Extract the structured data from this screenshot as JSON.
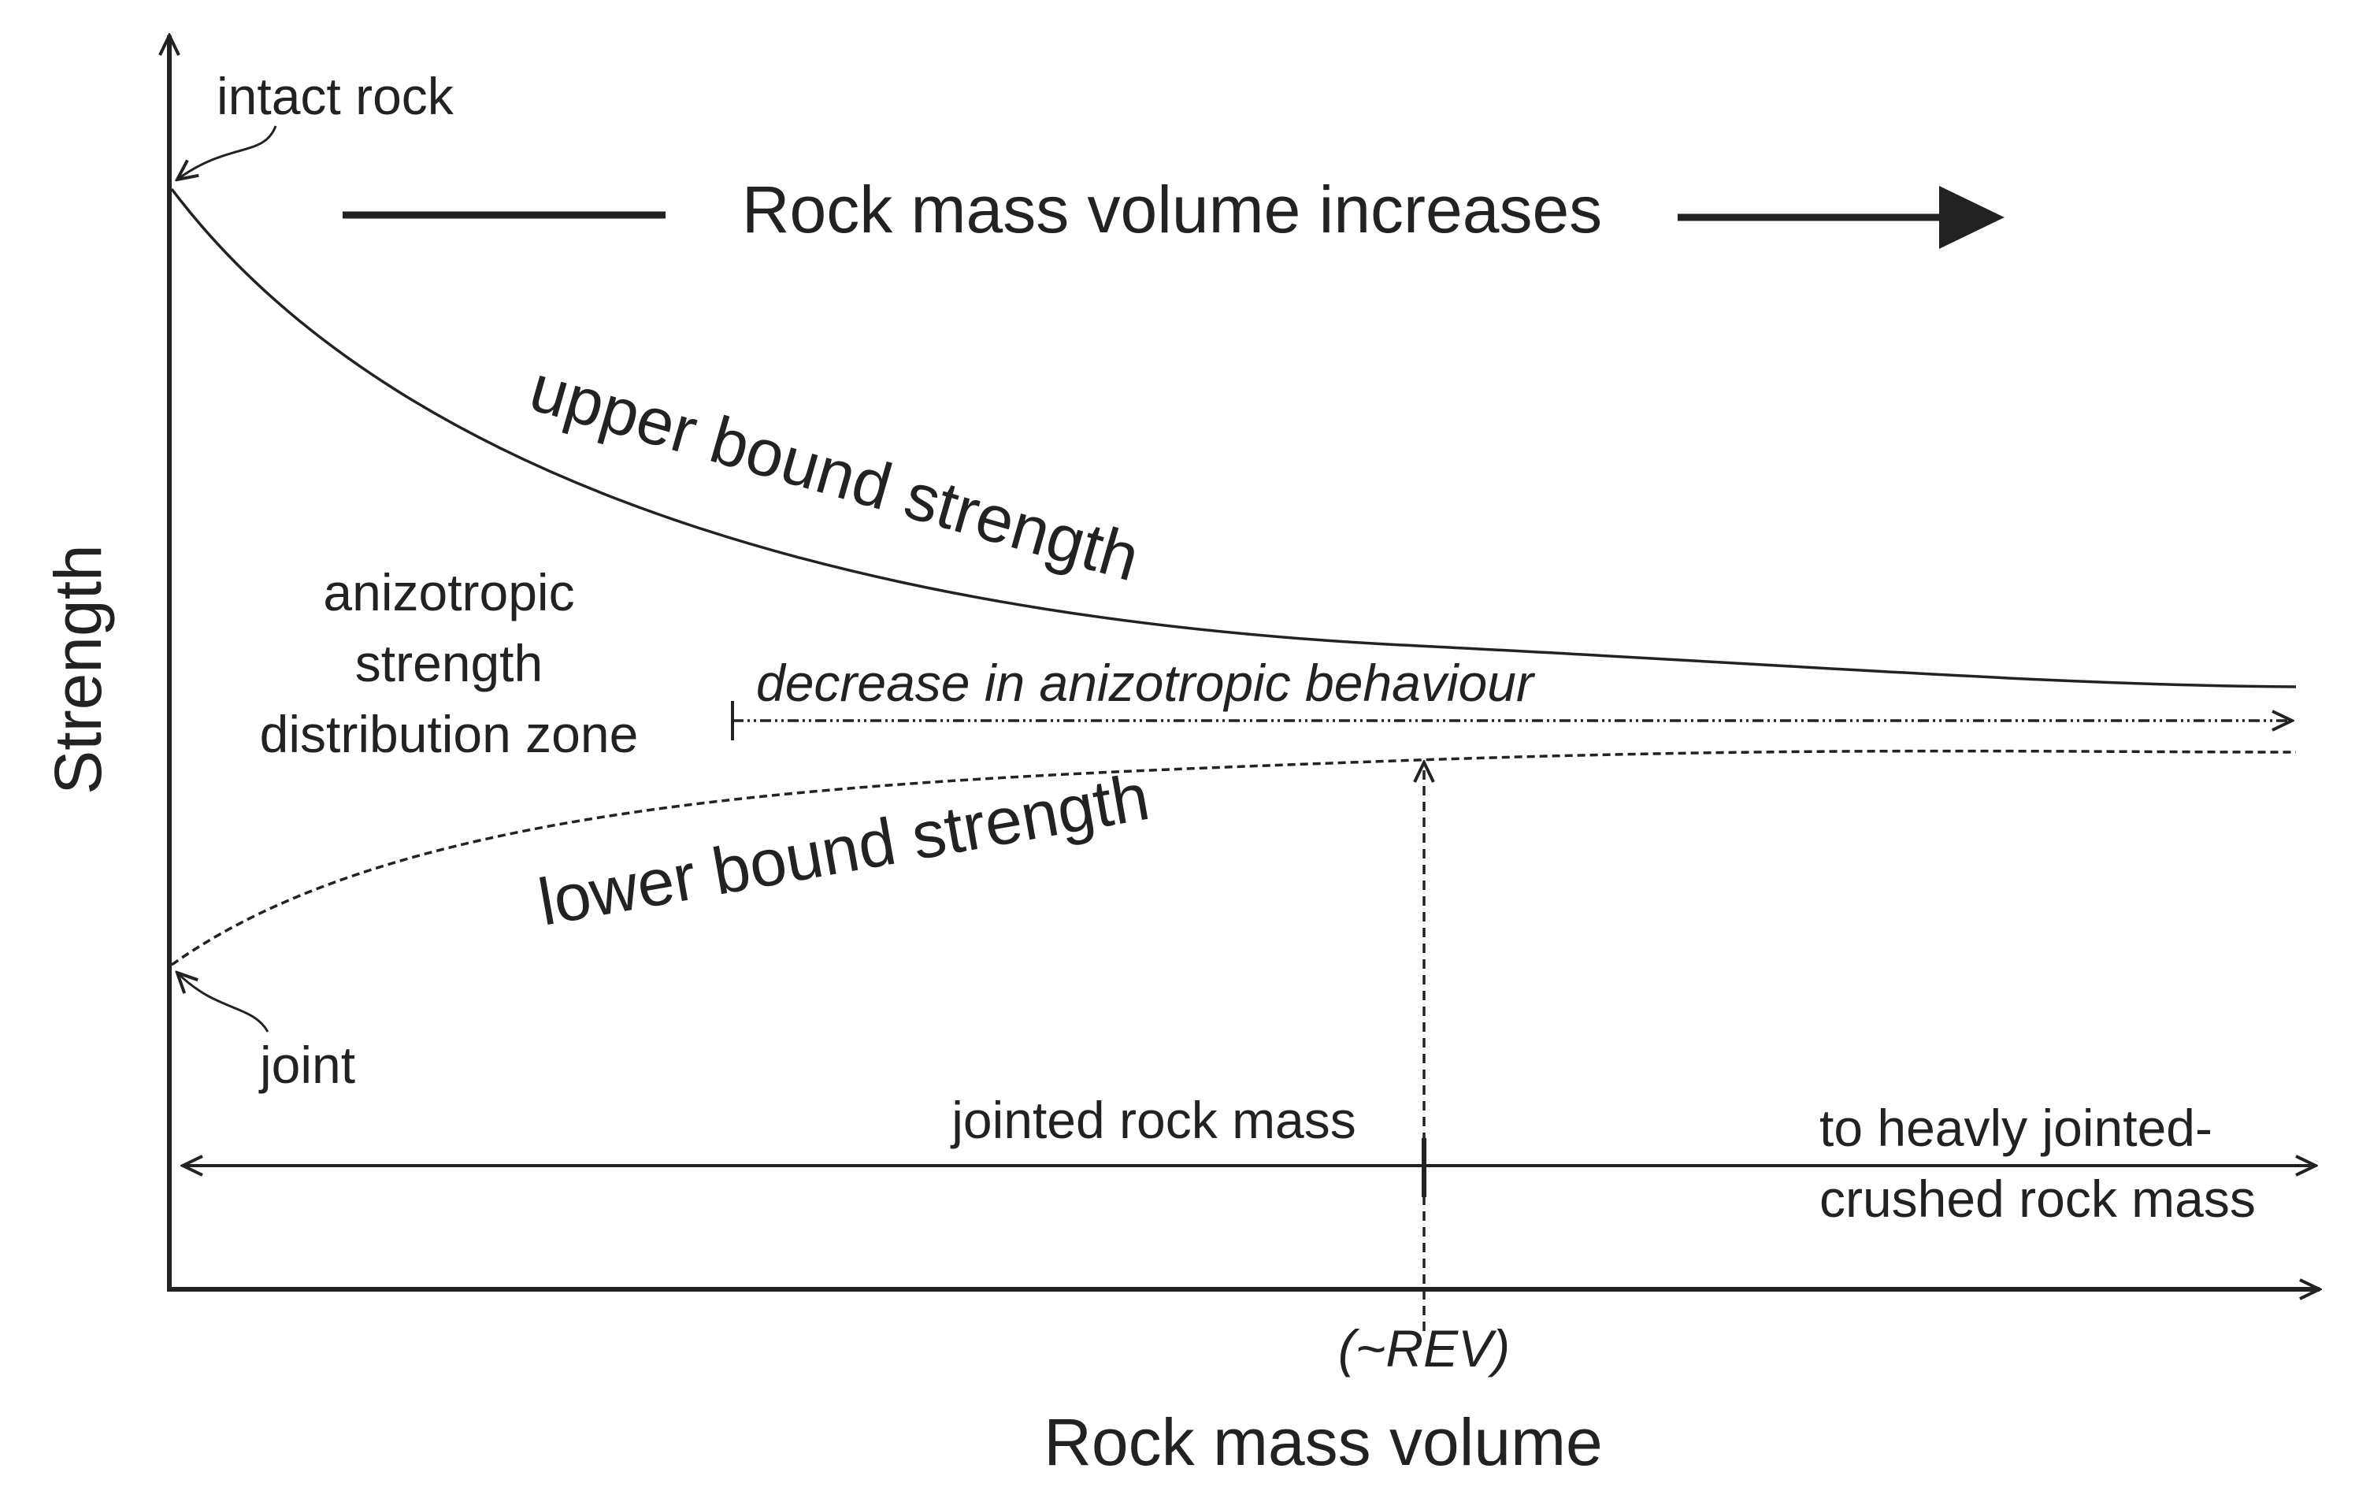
{
  "axes": {
    "x_label": "Rock mass volume",
    "y_label": "Strength",
    "x_tick": "(~REV)"
  },
  "labels": {
    "intact_rock": "intact rock",
    "joint": "joint",
    "volume_increases": "Rock mass volume increases",
    "upper_bound": "upper bound strength",
    "lower_bound": "lower bound strength",
    "zone_line1": "anizotropic",
    "zone_line2": "strength",
    "zone_line3": "distribution zone",
    "decrease_anisotropy": "decrease in anizotropic behaviour",
    "jointed_rock_mass": "jointed rock mass",
    "heavily_jointed_line1": "to heavly jointed-",
    "heavily_jointed_line2": "crushed rock mass"
  },
  "colors": {
    "ink": "#222222",
    "background": "#ffffff"
  }
}
